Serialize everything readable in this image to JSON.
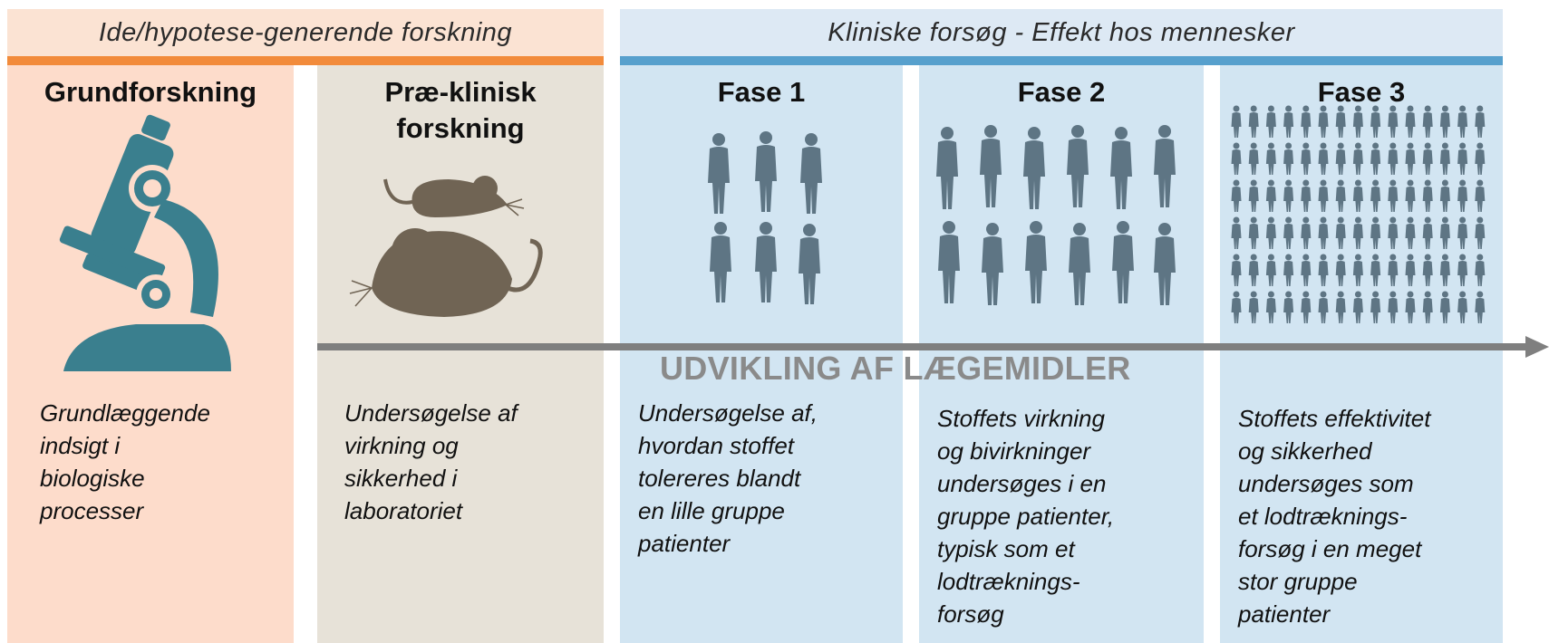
{
  "bands": {
    "left": "Ide/hypotese-generende forskning",
    "right": "Kliniske forsøg - Effekt hos mennesker"
  },
  "arrow": {
    "label": "Udvikling af lægemidler"
  },
  "colors": {
    "salmon": "#fddccb",
    "salmon_band": "#fbe3d3",
    "orange": "#f28b3b",
    "beige": "#e7e2d8",
    "lightblue": "#d2e5f2",
    "band_blue": "#dde9f4",
    "blue": "#57a0cd",
    "teal": "#3a7f8e",
    "mouse": "#706454",
    "person": "#5e7584",
    "arrow": "#7f7f7f"
  },
  "panels": [
    {
      "title": [
        "Grundforskning"
      ],
      "icon": "microscope-icon",
      "desc": [
        "Grundlæggende",
        "indsigt i",
        "biologiske",
        "processer"
      ]
    },
    {
      "title": [
        "Præ-klinisk",
        "forskning"
      ],
      "icon": "mice-icon",
      "desc": [
        "Undersøgelse af",
        "virkning og",
        "sikkerhed i",
        "laboratoriet"
      ]
    },
    {
      "title": [
        "Fase 1"
      ],
      "icon": "small-group-people-icon",
      "desc": [
        "Undersøgelse af,",
        "hvordan stoffet",
        "tolereres blandt",
        "en lille gruppe",
        "patienter"
      ]
    },
    {
      "title": [
        "Fase 2"
      ],
      "icon": "medium-group-people-icon",
      "desc": [
        "Stoffets virkning",
        "og bivirkninger",
        "undersøges i en",
        "gruppe patienter,",
        "typisk som et",
        "lodtræknings-",
        "forsøg"
      ]
    },
    {
      "title": [
        "Fase 3"
      ],
      "icon": "large-crowd-people-icon",
      "desc": [
        "Stoffets effektivitet",
        "og sikkerhed",
        "undersøges som",
        "et lodtræknings-",
        "forsøg i en meget",
        "stor gruppe",
        "patienter"
      ]
    }
  ]
}
